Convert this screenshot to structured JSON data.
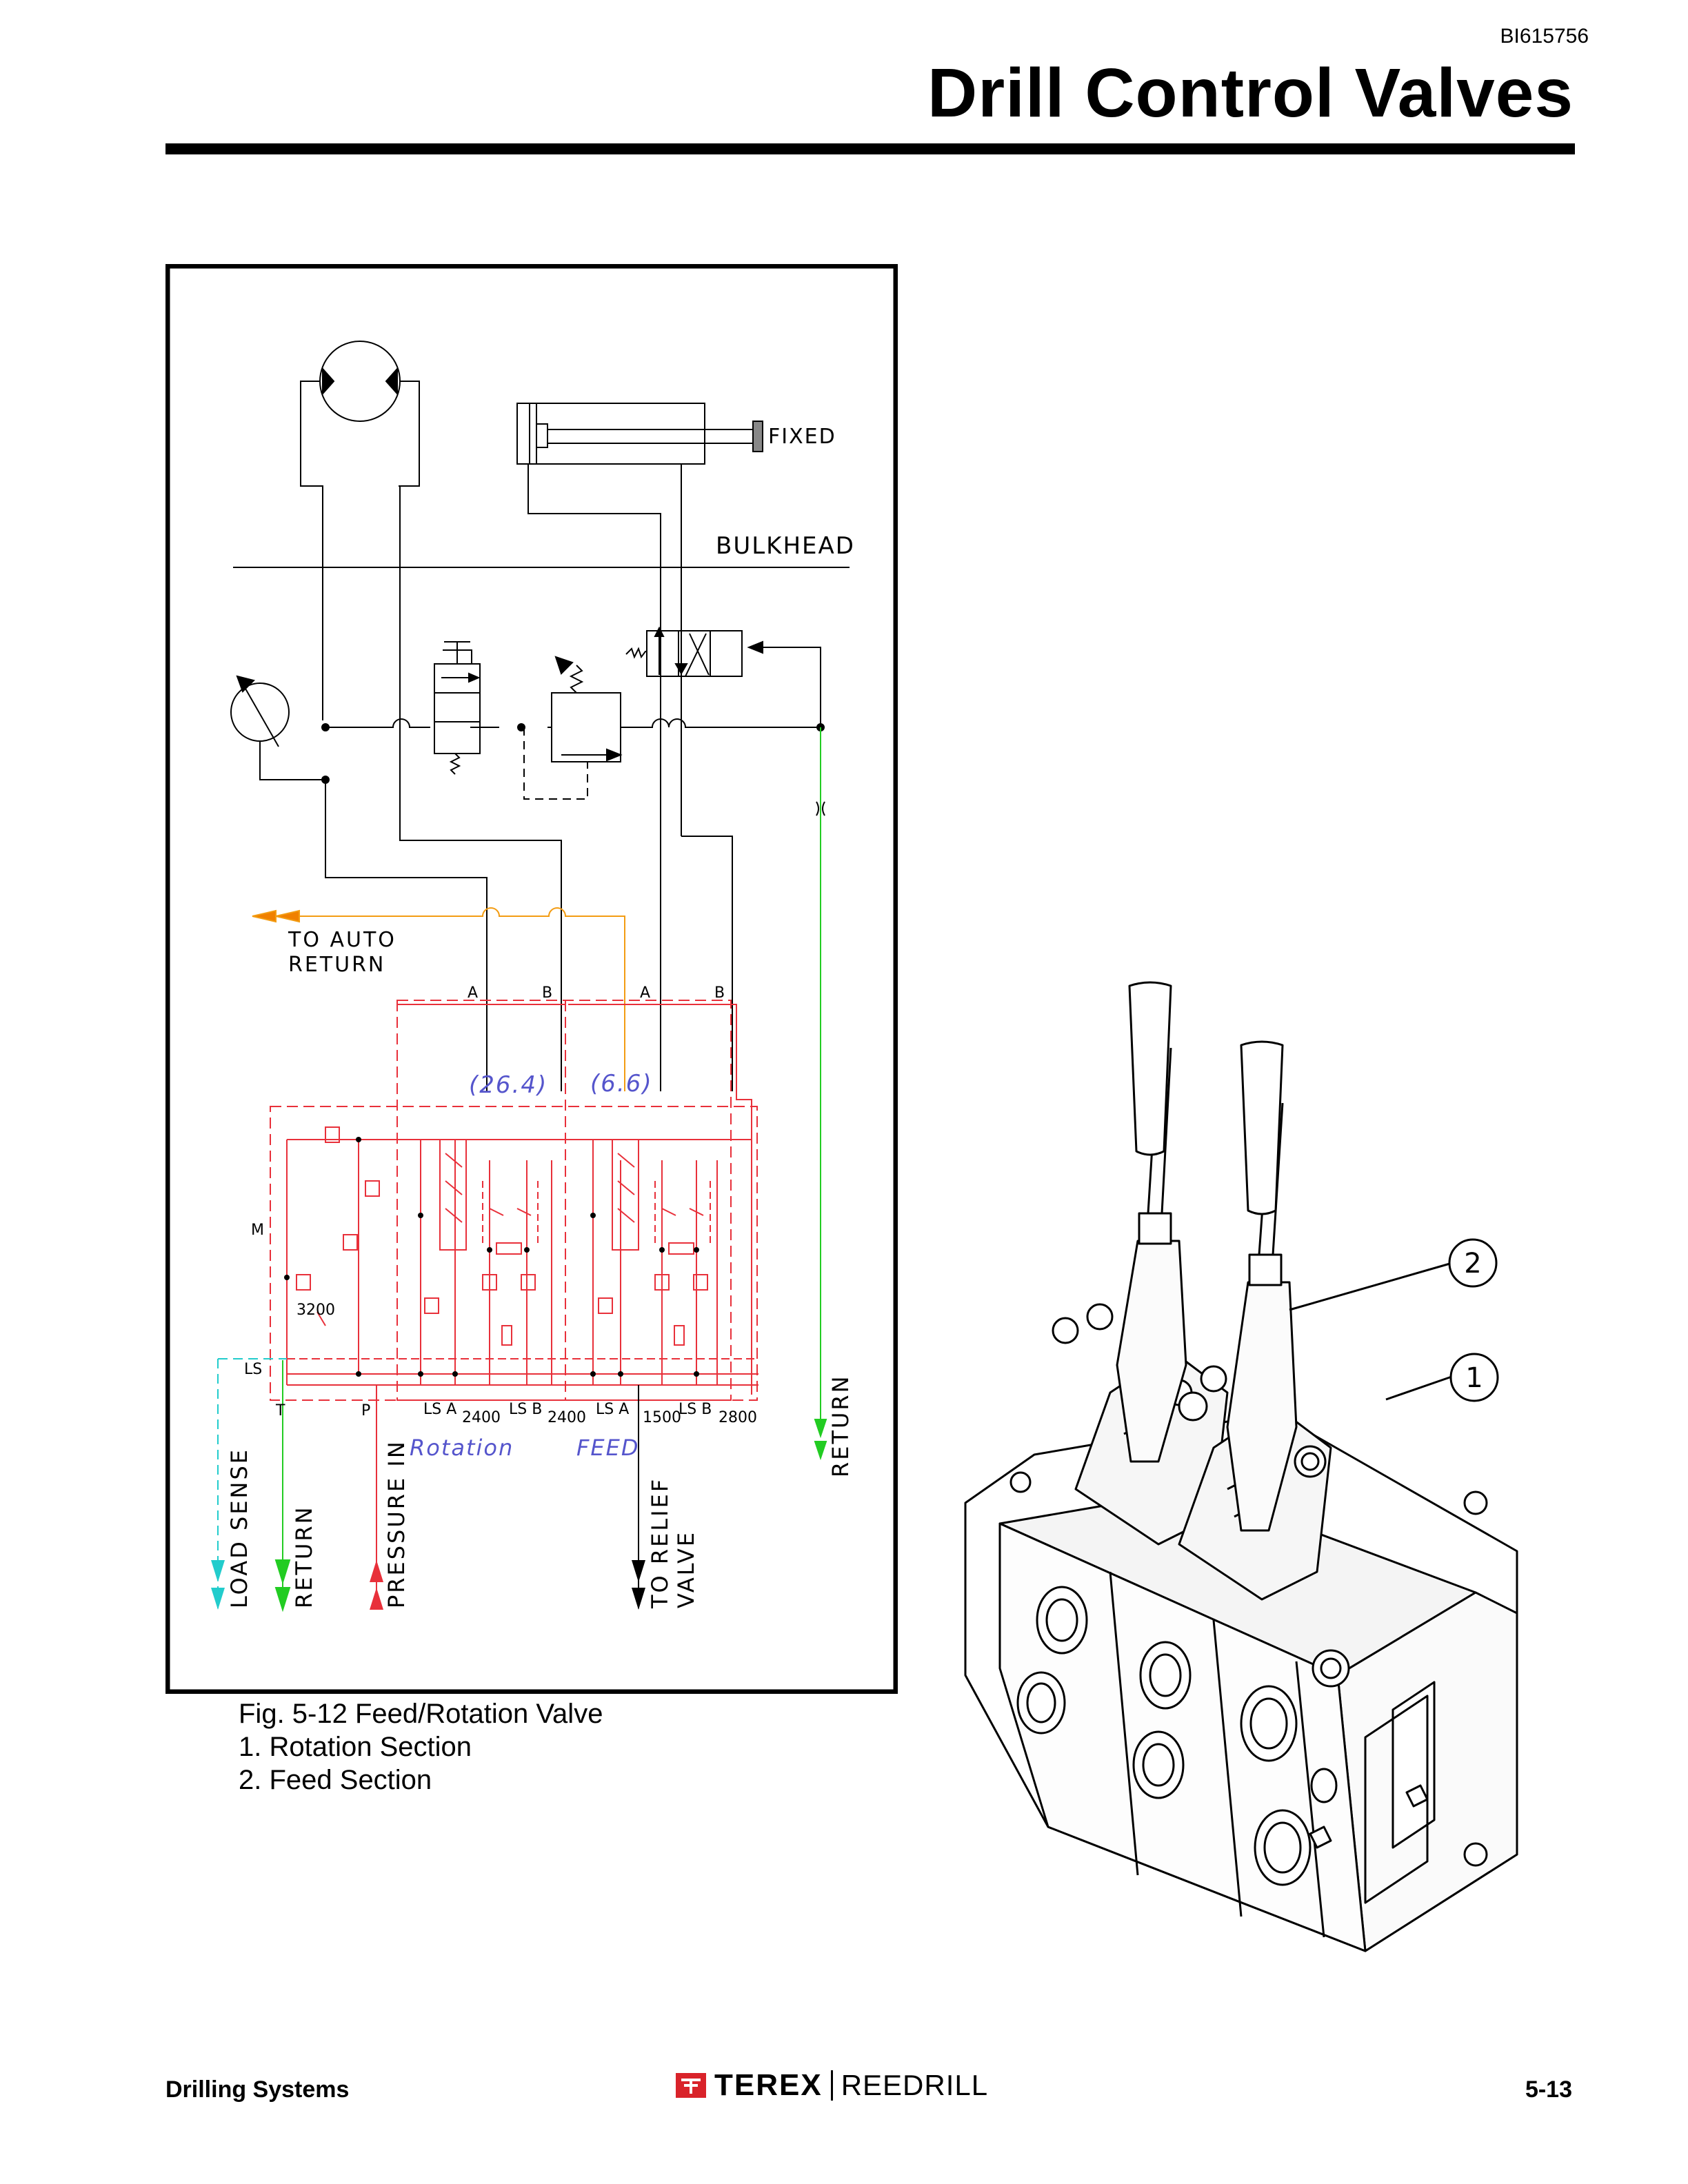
{
  "header": {
    "doc_id": "BI615756",
    "title": "Drill Control Valves"
  },
  "schematic": {
    "labels": {
      "fixed": "FIXED",
      "bulkhead": "BULKHEAD",
      "to_auto_return": [
        "TO AUTO",
        "RETURN"
      ],
      "rotation_value": "(26.4)",
      "feed_value": "(6.6)",
      "port_a": "A",
      "port_b": "B",
      "m": "M",
      "ls": "LS",
      "t": "T",
      "p": "P",
      "relief_3200": "3200",
      "ls_a": "LS A",
      "ls_b": "LS B",
      "v2400a": "2400",
      "v2400b": "2400",
      "v1500": "1500",
      "v2800": "2800",
      "rotation": "Rotation",
      "feed": "FEED",
      "load_sense": "LOAD SENSE",
      "return_left": "RETURN",
      "pressure_in": "PRESSURE IN",
      "to_relief": "TO RELIEF",
      "valve": "VALVE",
      "return_right": "RETURN"
    }
  },
  "callouts": {
    "one": "1",
    "two": "2"
  },
  "caption": {
    "figure": "Fig. 5-12  Feed/Rotation Valve",
    "items": [
      "1.  Rotation Section",
      "2.  Feed Section"
    ]
  },
  "footer": {
    "left": "Drilling Systems",
    "brand": "TEREX",
    "brand_sub": "REEDRILL",
    "page": "5-13"
  }
}
